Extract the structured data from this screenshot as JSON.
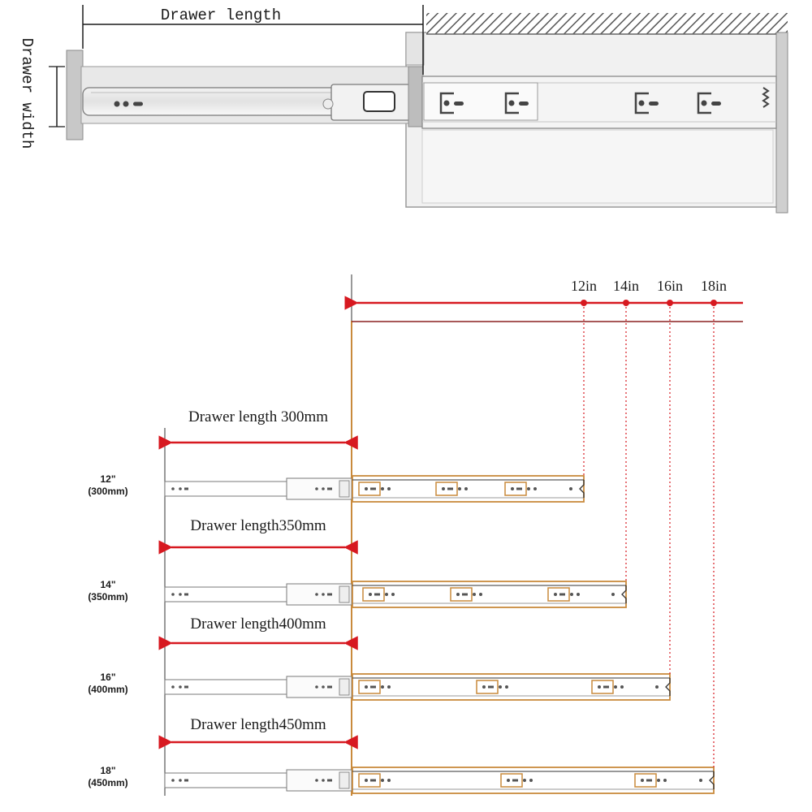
{
  "top_diagram": {
    "length_label": "Drawer length",
    "width_label": "Drawer width"
  },
  "scale": {
    "markers": [
      "12in",
      "14in",
      "16in",
      "18in"
    ]
  },
  "sizes": [
    {
      "size_in": "12\"",
      "size_mm": "(300mm)",
      "label": "Drawer length 300mm"
    },
    {
      "size_in": "14\"",
      "size_mm": "(350mm)",
      "label": "Drawer length350mm"
    },
    {
      "size_in": "16\"",
      "size_mm": "(400mm)",
      "label": "Drawer length400mm"
    },
    {
      "size_in": "18\"",
      "size_mm": "(450mm)",
      "label": "Drawer length450mm"
    }
  ],
  "colors": {
    "red": "#d71920",
    "orange": "#c98a3c",
    "gray": "#b9b9b9",
    "dark": "#1a1a1a"
  }
}
